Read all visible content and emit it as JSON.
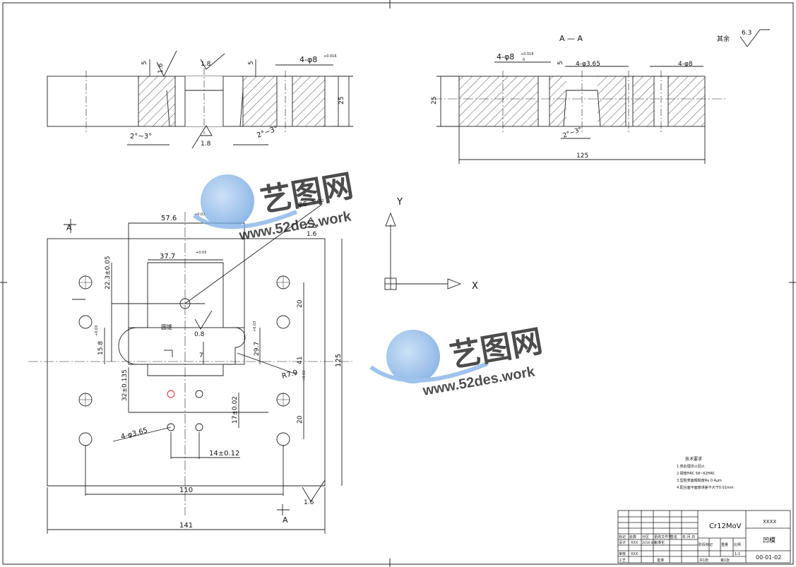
{
  "section": {
    "title": "A — A",
    "roughness_label": "其余",
    "roughness_value": "6.3"
  },
  "top_view_left": {
    "depth_a": "5",
    "rough_a": "1.6",
    "rough_b": "1.8",
    "depth_b": "5",
    "holes": "4-φ8",
    "holes_tol": "+0.016",
    "thickness": "25",
    "taper_left": "2°~3°",
    "rough_c": "1.8",
    "taper_right": "2°~3°"
  },
  "top_view_right": {
    "holes_a": "4-φ8",
    "holes_a_tol": "+0.016",
    "holes_a_tol2": "0",
    "depth": "5",
    "holes_b": "4-φ3.65",
    "holes_c": "4-φ8",
    "thickness": "25",
    "taper": "2°~3°",
    "length": "125"
  },
  "plan": {
    "section_mark_top": "A",
    "section_mark_bottom": "A",
    "dim_57_6": "57.6",
    "dim_57_6_tol": "+0.03",
    "dim_37_7": "37.7",
    "dim_37_7_tol": "+0.03",
    "dim_22_3": "22.3±0.05",
    "dim_15_8": "15.8",
    "dim_15_8_tol": "+0.03",
    "dim_32": "32±0.135",
    "hole_phi6": "φ6",
    "hole_phi6_tol": "+0.012",
    "rough_top": "1.6",
    "rough_mid": "0.8",
    "mid_label": "圆锥",
    "dim_7": "7",
    "dim_29_7": "29.7",
    "dim_29_7_tol": "+0.03",
    "radius": "R7.9",
    "radius_tol": "+0.03",
    "dim_20_top": "20",
    "dim_41": "41",
    "dim_125": "125",
    "dim_20_bottom": "20",
    "dim_17": "17±0.02",
    "holes_small": "4-φ3.65",
    "dim_14": "14±0.12",
    "dim_110": "110",
    "dim_141": "141",
    "rough_bottom": "1.6"
  },
  "axes": {
    "y_label": "Y",
    "x_label": "X"
  },
  "notes": {
    "title": "技术要求",
    "items": [
      "1.热处理淬火回火",
      "2.硬度HRC 58~62HRC",
      "3.型腔表面粗糙度Ra 0.4μm",
      "4.配合面平面度误差不大于0.01mm"
    ]
  },
  "title_block": {
    "material": "Cr12MoV",
    "company": "XXXX",
    "part_name": "凹模",
    "drawing_no": "00-01-02",
    "h_mark": "标记",
    "h_count": "处数",
    "h_zone": "分区",
    "h_doc": "更改文件号",
    "h_sign": "签名",
    "h_date": "年.月.日",
    "r_design": "设计",
    "r_design_name": "XXX",
    "r_design_date": "2016.8.8",
    "r_std": "标准化",
    "r_review": "审核",
    "r_process": "工艺",
    "r_approve": "批准",
    "stage_label": "阶段标记",
    "weight_label": "重量",
    "scale_label": "比例",
    "scale_value": "1:1",
    "sheets_total": "共1张",
    "sheet_no": "第1张"
  },
  "watermark": {
    "brand": "艺图网",
    "url": "www.52des.work"
  }
}
